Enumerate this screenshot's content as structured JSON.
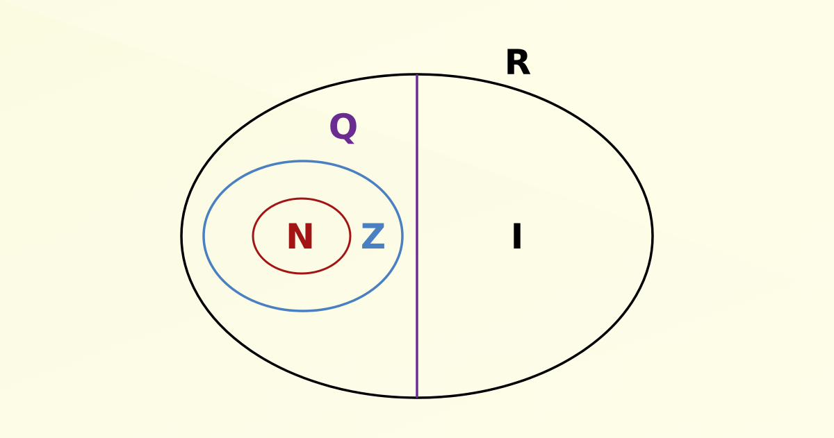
{
  "diagram": {
    "type": "nested-set-venn",
    "sets": {
      "real": {
        "label": "R",
        "color": "#000000"
      },
      "rational": {
        "label": "Q",
        "color": "#6a2c91"
      },
      "integer": {
        "label": "Z",
        "color": "#4a7fc1"
      },
      "natural": {
        "label": "N",
        "color": "#a31515"
      },
      "irrational": {
        "label": "I",
        "color": "#000000"
      }
    },
    "background": "#fcfce5",
    "divider_color": "#6a2c91"
  }
}
